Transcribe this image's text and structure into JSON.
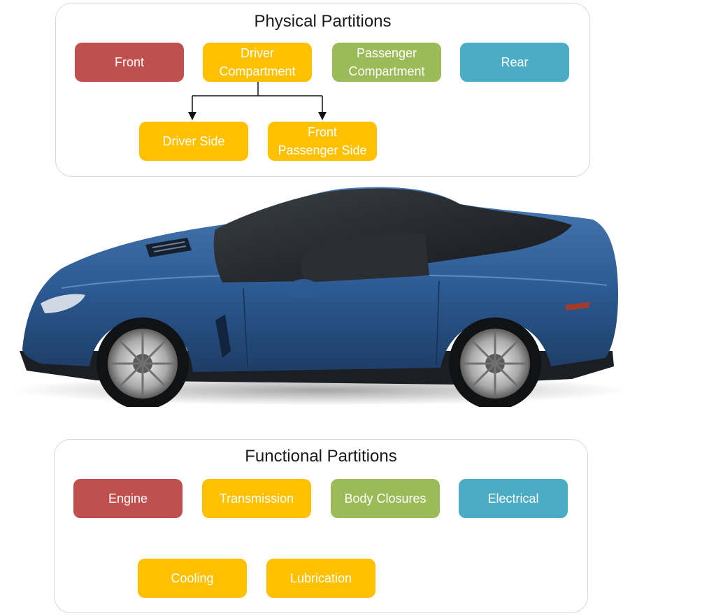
{
  "colors": {
    "red": "#c0504d",
    "yellow": "#ffc000",
    "green": "#9bbb59",
    "teal": "#4bacc6",
    "car_body": "#2f5f96",
    "car_glass": "#1f2328"
  },
  "physical": {
    "title": "Physical Partitions",
    "boxes": [
      {
        "label": "Front",
        "color": "red"
      },
      {
        "label": "Driver\nCompartment",
        "color": "yellow"
      },
      {
        "label": "Passenger\nCompartment",
        "color": "green"
      },
      {
        "label": "Rear",
        "color": "teal"
      }
    ],
    "children": [
      {
        "label": "Driver Side",
        "color": "yellow"
      },
      {
        "label": "Front\nPassenger Side",
        "color": "yellow"
      }
    ]
  },
  "functional": {
    "title": "Functional Partitions",
    "boxes": [
      {
        "label": "Engine",
        "color": "red"
      },
      {
        "label": "Transmission",
        "color": "yellow"
      },
      {
        "label": "Body Closures",
        "color": "green"
      },
      {
        "label": "Electrical",
        "color": "teal"
      }
    ],
    "children": [
      {
        "label": "Cooling",
        "color": "yellow"
      },
      {
        "label": "Lubrication",
        "color": "yellow"
      }
    ]
  }
}
